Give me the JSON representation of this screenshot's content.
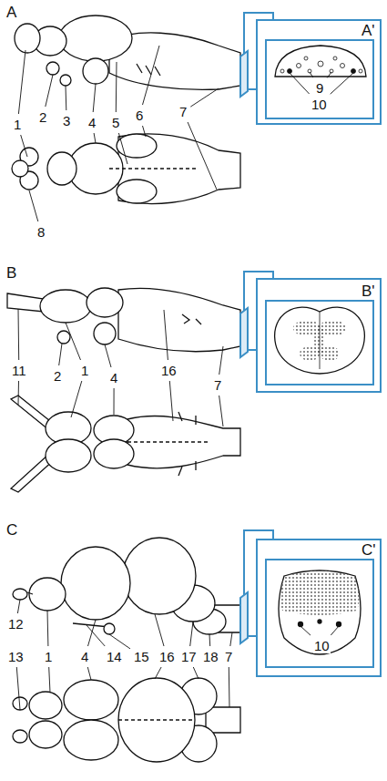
{
  "diagram": {
    "labels": [
      "A",
      "A'",
      "1",
      "2",
      "3",
      "4",
      "5",
      "6",
      "7",
      "8",
      "9",
      "10",
      "B",
      "B'",
      "11",
      "1",
      "2",
      "4",
      "16",
      "7",
      "C",
      "C'",
      "12",
      "13",
      "1",
      "4",
      "14",
      "15",
      "16",
      "17",
      "18",
      "7",
      "10"
    ]
  }
}
